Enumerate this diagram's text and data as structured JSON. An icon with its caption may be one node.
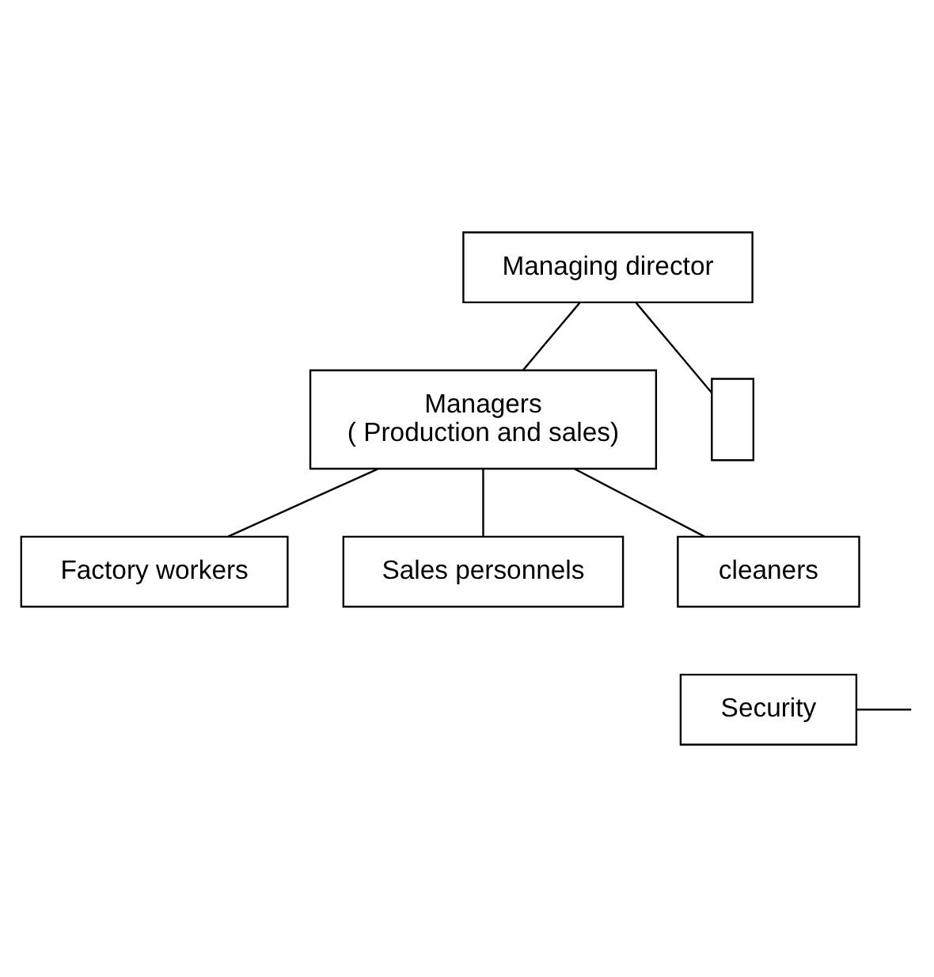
{
  "diagram": {
    "nodes": [
      {
        "text": [
          "Managing director"
        ]
      },
      {
        "text": [
          "Managers",
          "( Production and sales)"
        ]
      },
      {
        "text": [
          "Factory workers"
        ]
      },
      {
        "text": [
          "Sales personnels"
        ]
      },
      {
        "text": [
          "cleaners"
        ]
      },
      {
        "text": [
          "Security"
        ]
      },
      {
        "text": [],
        "shape": "box"
      }
    ],
    "edges": [
      {
        "from": 0,
        "to": 1,
        "arrow": "none"
      },
      {
        "from": 0,
        "to": 6,
        "arrow": "none"
      },
      {
        "from": 1,
        "to": 2,
        "arrow": "none"
      },
      {
        "from": 1,
        "to": 3,
        "arrow": "none"
      },
      {
        "from": 1,
        "to": 4,
        "arrow": "none"
      },
      {
        "from": 5,
        "to": null,
        "arrow": "none"
      }
    ]
  }
}
